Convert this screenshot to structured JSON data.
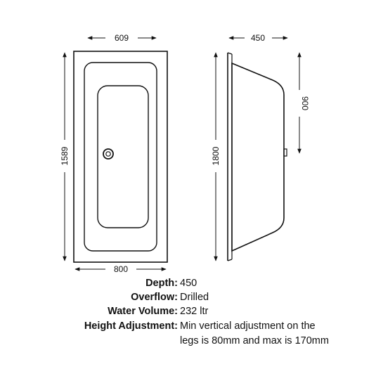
{
  "dimensions": {
    "top_width": "609",
    "outer_width": "800",
    "outer_length": "1589",
    "side_length": "1800",
    "depth": "450",
    "side_height": "900"
  },
  "specs": [
    {
      "label": "Depth:",
      "value": "450"
    },
    {
      "label": "Overflow:",
      "value": "Drilled"
    },
    {
      "label": "Water Volume:",
      "value": "232 ltr"
    },
    {
      "label": "Height Adjustment:",
      "value": "Min vertical adjustment on the",
      "value2": "legs is 80mm and max is 170mm"
    }
  ],
  "colors": {
    "line": "#111111",
    "background": "#ffffff"
  }
}
